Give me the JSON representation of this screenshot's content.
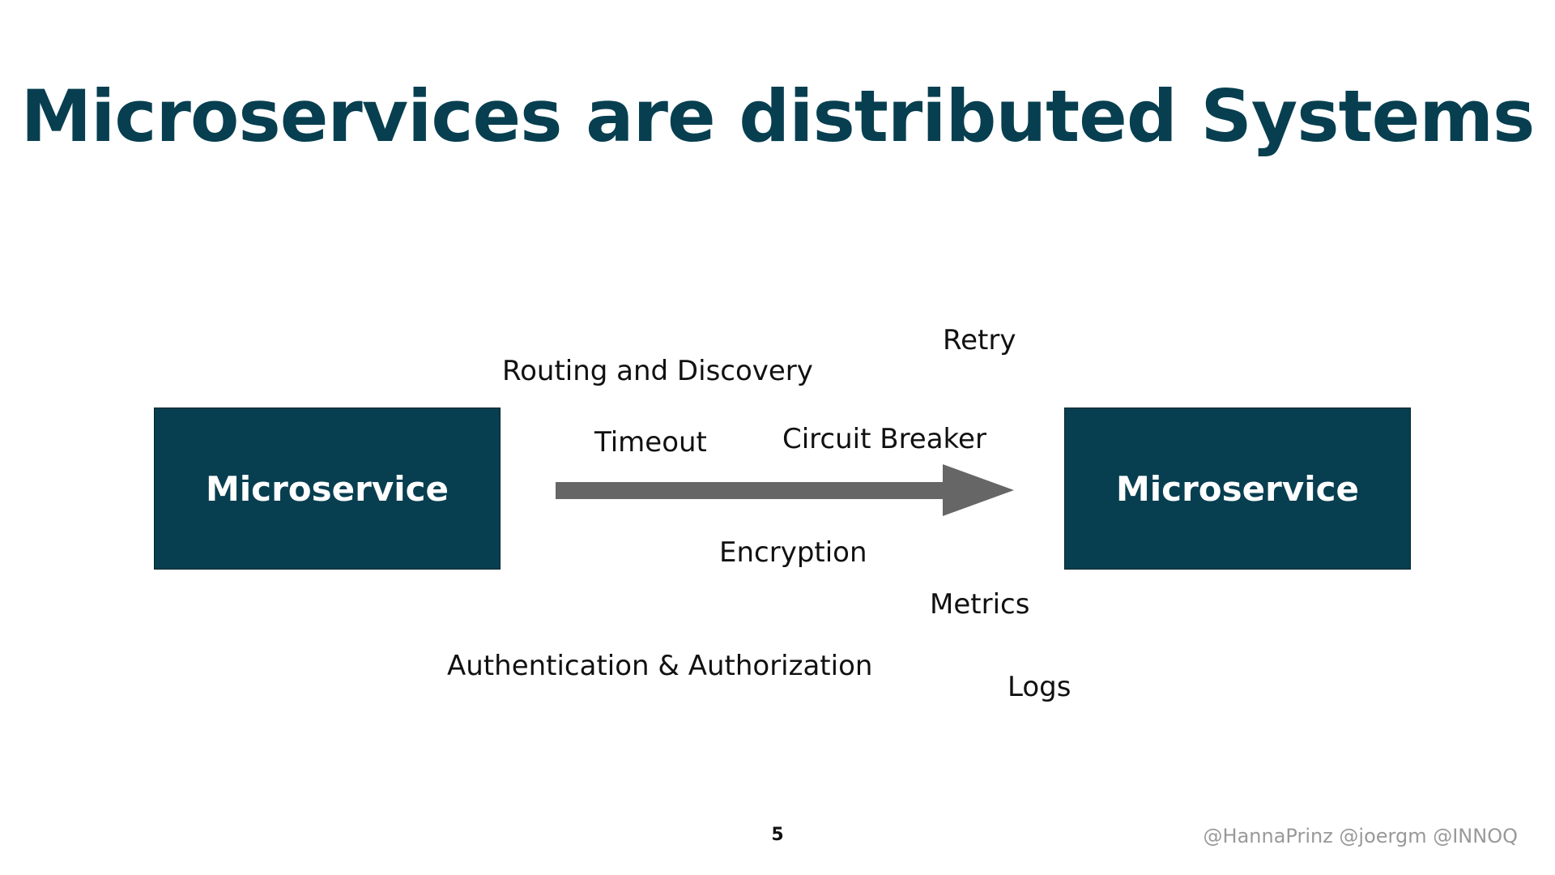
{
  "slide": {
    "title": "Microservices are distributed Systems",
    "page_number": "5",
    "footer": "@HannaPrinz @joergm @INNOQ"
  },
  "diagram": {
    "left_box_label": "Microservice",
    "right_box_label": "Microservice",
    "concerns": {
      "retry": "Retry",
      "routing": "Routing and Discovery",
      "timeout": "Timeout",
      "circuit_breaker": "Circuit Breaker",
      "encryption": "Encryption",
      "metrics": "Metrics",
      "auth": "Authentication & Authorization",
      "logs": "Logs"
    }
  },
  "colors": {
    "title": "#073f50",
    "box_fill": "#073f50",
    "arrow": "#666666",
    "footer": "#999999"
  }
}
